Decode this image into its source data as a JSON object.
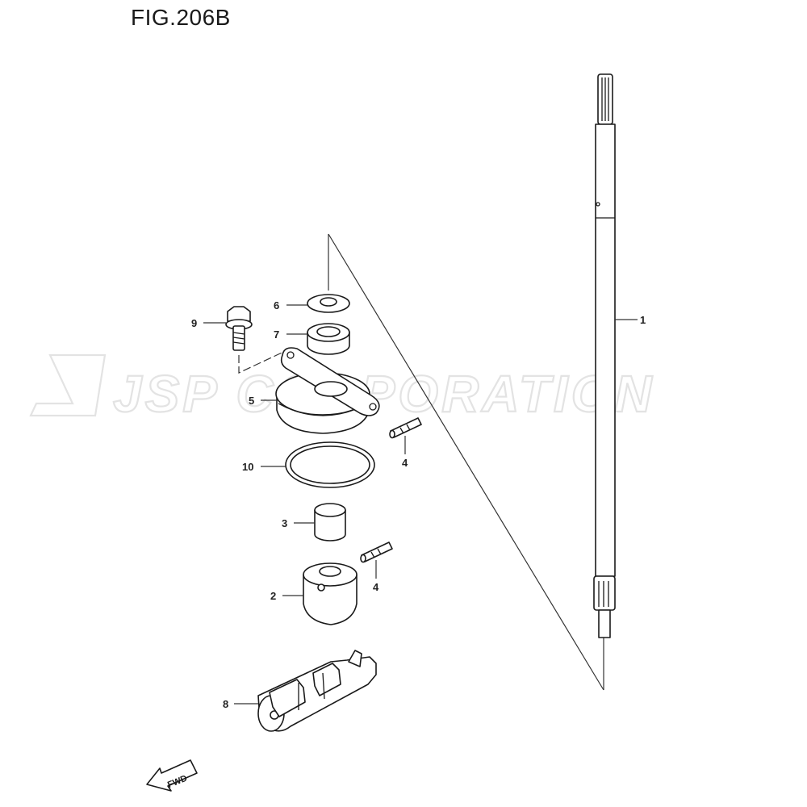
{
  "figure": {
    "title": "FIG.206B"
  },
  "watermark": {
    "text": "JSP CORPORATION"
  },
  "fwd_arrow": {
    "label": "FWD"
  },
  "callouts": {
    "p1": "1",
    "p2": "2",
    "p3": "3",
    "p4a": "4",
    "p4b": "4",
    "p5": "5",
    "p6": "6",
    "p7": "7",
    "p8": "8",
    "p9": "9",
    "p10": "10"
  }
}
